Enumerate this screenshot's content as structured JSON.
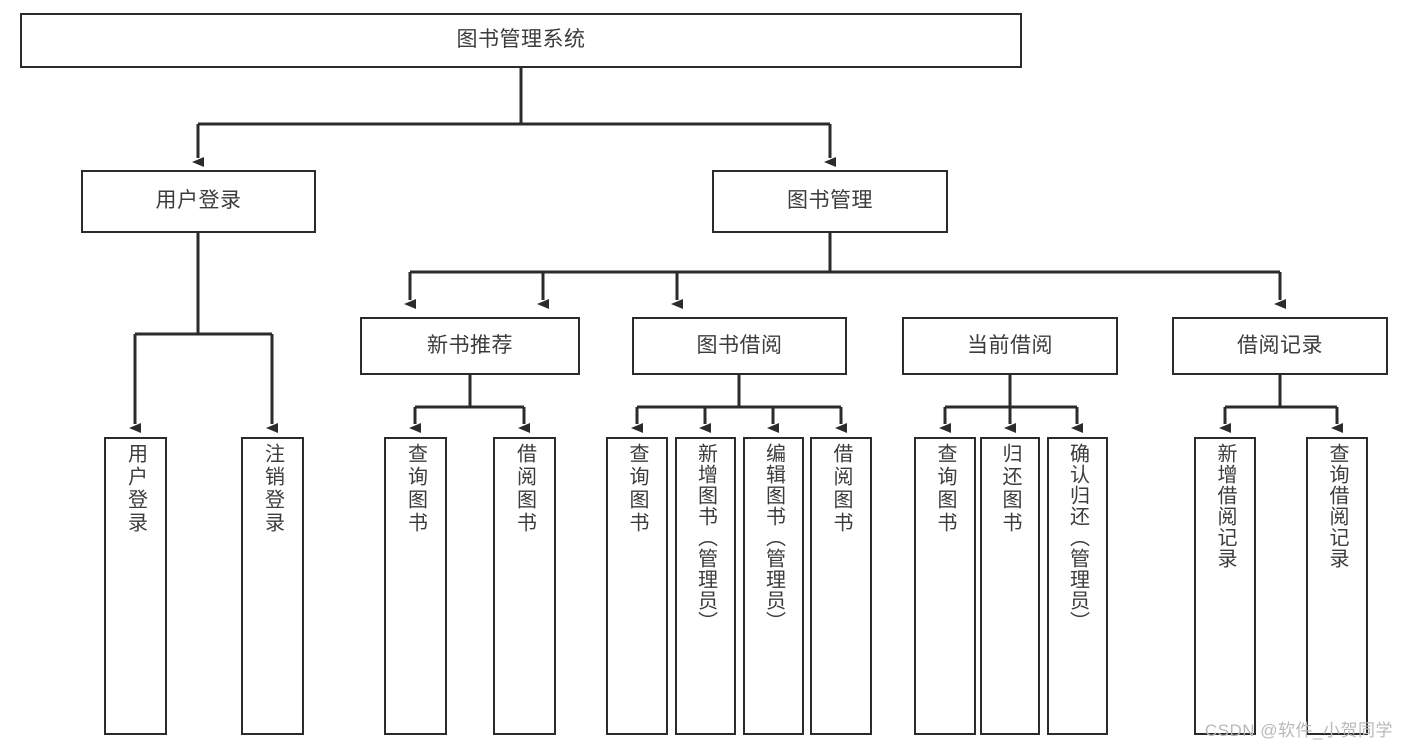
{
  "diagram": {
    "title": "图书管理系统",
    "type": "tree",
    "root": {
      "label": "图书管理系统"
    },
    "level1": [
      {
        "label": "用户登录"
      },
      {
        "label": "图书管理"
      }
    ],
    "level2": [
      {
        "label": "新书推荐"
      },
      {
        "label": "图书借阅"
      },
      {
        "label": "当前借阅"
      },
      {
        "label": "借阅记录"
      }
    ],
    "leaves": {
      "user_login": [
        {
          "label": "用户登录"
        },
        {
          "label": "注销登录"
        }
      ],
      "new_book_recommend": [
        {
          "label": "查询图书"
        },
        {
          "label": "借阅图书"
        }
      ],
      "book_borrow": [
        {
          "label": "查询图书"
        },
        {
          "label": "新增图书（管理员）"
        },
        {
          "label": "编辑图书（管理员）"
        },
        {
          "label": "借阅图书"
        }
      ],
      "current_borrow": [
        {
          "label": "查询图书"
        },
        {
          "label": "归还图书"
        },
        {
          "label": "确认归还（管理员）"
        }
      ],
      "borrow_records": [
        {
          "label": "新增借阅记录"
        },
        {
          "label": "查询借阅记录"
        }
      ]
    }
  },
  "watermark": {
    "text": "CSDN @软件_小贺同学"
  },
  "colors": {
    "stroke": "#2b2b2b",
    "text": "#3c3c3c",
    "background": "#ffffff",
    "watermark": "#b9b9b9"
  }
}
